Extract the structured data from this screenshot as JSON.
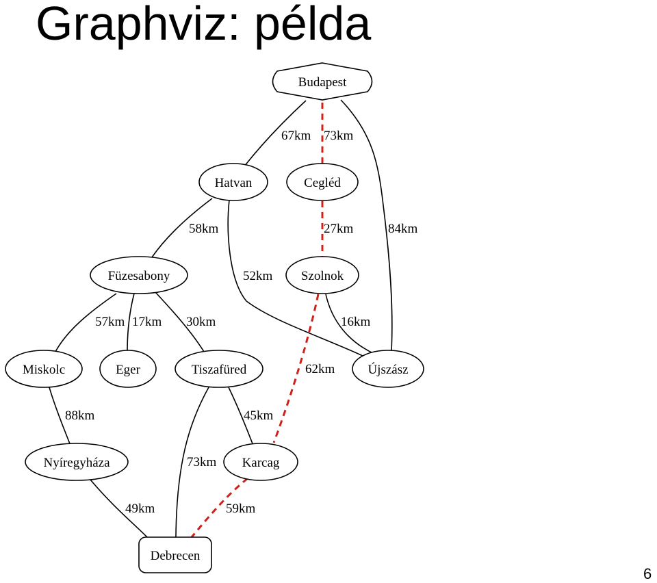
{
  "title": "Graphviz: példa",
  "page_number": "6",
  "colors": {
    "highlight_edge": "#d0201c",
    "edge": "#000000",
    "background": "#ffffff"
  },
  "graph": {
    "nodes": {
      "budapest": "Budapest",
      "hatvan": "Hatvan",
      "cegled": "Cegléd",
      "fuzesabony": "Füzesabony",
      "szolnok": "Szolnok",
      "miskolc": "Miskolc",
      "eger": "Eger",
      "tiszafured": "Tiszafüred",
      "ujszasz": "Újszász",
      "nyiregyhaza": "Nyíregyháza",
      "karcag": "Karcag",
      "debrecen": "Debrecen"
    },
    "edges": {
      "budapest_hatvan": "67km",
      "budapest_cegled": "73km",
      "budapest_ujszasz": "84km",
      "hatvan_fuzesabony": "58km",
      "hatvan_ujszasz": "52km",
      "cegled_szolnok": "27km",
      "fuzesabony_miskolc": "57km",
      "fuzesabony_eger": "17km",
      "fuzesabony_tiszafured": "30km",
      "szolnok_ujszasz": "16km",
      "szolnok_karcag": "62km",
      "miskolc_nyiregyhaza": "88km",
      "tiszafured_karcag": "45km",
      "tiszafured_debrecen": "73km",
      "nyiregyhaza_debrecen": "49km",
      "karcag_debrecen": "59km"
    },
    "highlighted_path": [
      "Budapest",
      "Cegléd",
      "Szolnok",
      "Karcag",
      "Debrecen"
    ]
  }
}
